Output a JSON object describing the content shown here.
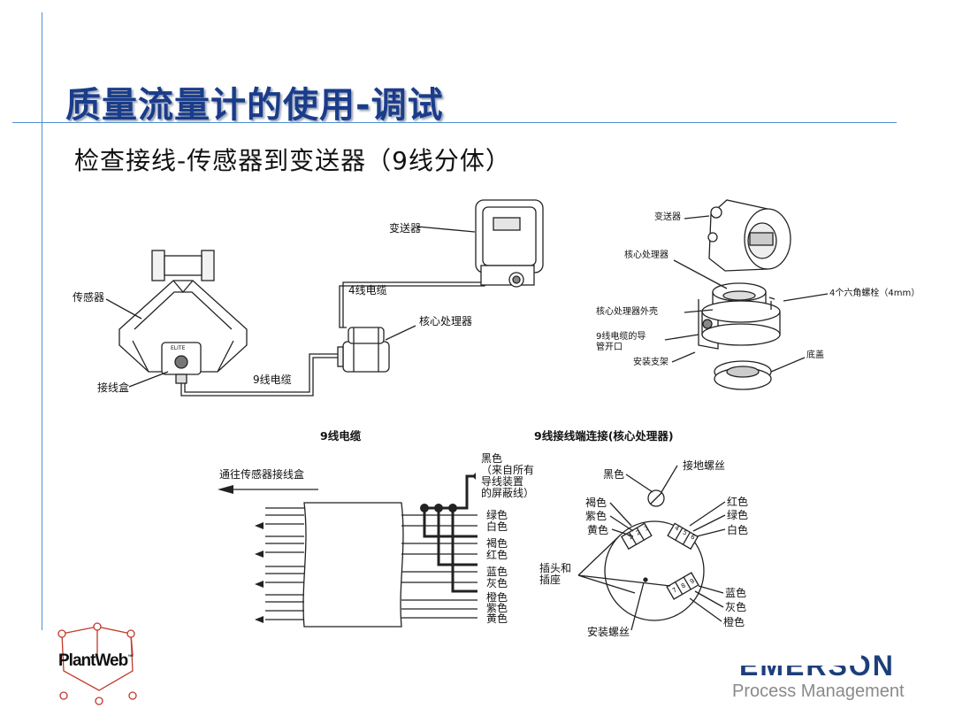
{
  "slide": {
    "title": "质量流量计的使用-调试",
    "subtitle": "检查接线-传感器到变送器（9线分体）"
  },
  "top_left_diagram": {
    "transmitter": "变送器",
    "cable_4wire": "4线电缆",
    "core_processor": "核心处理器",
    "sensor": "传感器",
    "junction_box": "接线盒",
    "cable_9wire": "9线电缆",
    "junction_box_badge": "ELITE"
  },
  "top_right_diagram": {
    "transmitter": "变送器",
    "core_processor": "核心处理器",
    "hex_bolts": "4个六角螺栓（4mm）",
    "core_processor_housing": "核心处理器外壳",
    "conduit_line1": "9线电缆的导",
    "conduit_line2": "管开口",
    "mounting_bracket": "安装支架",
    "end_cap": "底盖"
  },
  "cable_diagram": {
    "title": "9线电缆",
    "to_junction_box": "通往传感器接线盒",
    "black_line1": "黑色",
    "black_line2": "（来自所有",
    "black_line3": "导线装置",
    "black_line4": "的屏蔽线）",
    "wires": [
      "绿色",
      "白色",
      "褐色",
      "红色",
      "蓝色",
      "灰色",
      "橙色",
      "紫色",
      "黄色"
    ]
  },
  "terminal_diagram": {
    "title": "9线接线端连接(核心处理器)",
    "black": "黑色",
    "ground_screw": "接地螺丝",
    "left_group": [
      "褐色",
      "紫色",
      "黄色"
    ],
    "right_group": [
      "红色",
      "绿色",
      "白色"
    ],
    "bottom_group": [
      "蓝色",
      "灰色",
      "橙色"
    ],
    "plug_socket_line1": "插头和",
    "plug_socket_line2": "插座",
    "mounting_screw": "安装螺丝",
    "left_terminals": [
      "1",
      "2",
      "3"
    ],
    "right_terminals": [
      "4",
      "5",
      "6"
    ],
    "bottom_terminals": [
      "7",
      "8",
      "9"
    ]
  },
  "footer": {
    "plantweb": "PlantWeb",
    "tm": "™",
    "emerson": "EMERSON",
    "process_management": "Process Management"
  }
}
